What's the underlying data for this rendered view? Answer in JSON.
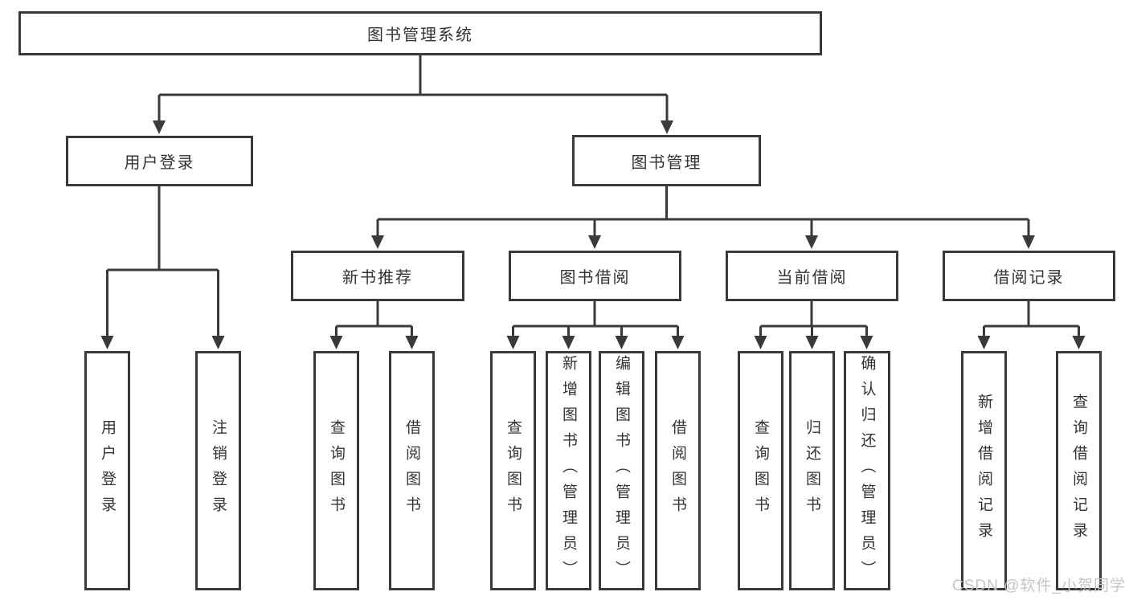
{
  "diagram": {
    "root": {
      "label": "图书管理系统",
      "children": [
        {
          "label": "用户登录",
          "children": [
            {
              "label": "用户登录"
            },
            {
              "label": "注销登录"
            }
          ]
        },
        {
          "label": "图书管理",
          "children": [
            {
              "label": "新书推荐",
              "children": [
                {
                  "label": "查询图书"
                },
                {
                  "label": "借阅图书"
                }
              ]
            },
            {
              "label": "图书借阅",
              "children": [
                {
                  "label": "查询图书"
                },
                {
                  "label": "新增图书（管理员）"
                },
                {
                  "label": "编辑图书（管理员）"
                },
                {
                  "label": "借阅图书"
                }
              ]
            },
            {
              "label": "当前借阅",
              "children": [
                {
                  "label": "查询图书"
                },
                {
                  "label": "归还图书"
                },
                {
                  "label": "确认归还（管理员）"
                }
              ]
            },
            {
              "label": "借阅记录",
              "children": [
                {
                  "label": "新增借阅记录"
                },
                {
                  "label": "查询借阅记录"
                }
              ]
            }
          ]
        }
      ]
    }
  },
  "watermark": {
    "text": "CSDN @软件_小贺同学"
  },
  "colors": {
    "line": "#3a3a3a",
    "box_border": "#3a3a3a",
    "text": "#333333",
    "background": "#ffffff",
    "watermark": "#c7c4c7"
  }
}
